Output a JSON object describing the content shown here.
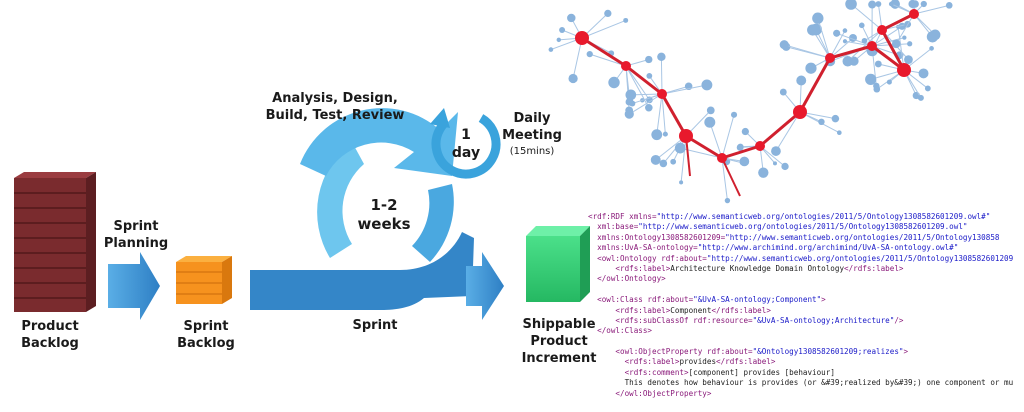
{
  "labels": {
    "product_backlog": "Product Backlog",
    "sprint_planning": "Sprint Planning",
    "sprint_backlog": "Sprint Backlog",
    "activities": "Analysis, Design, Build, Test, Review",
    "daily_meeting": "Daily Meeting",
    "daily_meeting_duration": "(15mins)",
    "one_day": "1 day",
    "sprint_duration": "1-2 weeks",
    "sprint": "Sprint",
    "shippable_increment": "Shippable Product Increment"
  },
  "colors": {
    "backlog_brick": "#7a2b2e",
    "sprint_backlog": "#f6921e",
    "arrow_blue": "#3b8fd0",
    "cycle_light": "#6ec6ee",
    "cycle_mid": "#4aa8e0",
    "increment_green": "#2ecc71",
    "graph_hub": "#e8192c",
    "graph_node": "#8ab3dc"
  },
  "code_lines": [
    [
      [
        "tag",
        "<rdf:RDF xmlns="
      ],
      [
        "val",
        "\"http://www.semanticweb.org/ontologies/2011/5/Ontology1308582601209.owl#\""
      ]
    ],
    [
      [
        "tag",
        "  xml:base="
      ],
      [
        "val",
        "\"http://www.semanticweb.org/ontologies/2011/5/Ontology1308582601209.owl\""
      ]
    ],
    [
      [
        "tag",
        "  xmlns:Ontology1308582601209="
      ],
      [
        "val",
        "\"http://www.semanticweb.org/ontologies/2011/5/Ontology130858"
      ]
    ],
    [
      [
        "tag",
        "  xmlns:UvA-SA-ontology="
      ],
      [
        "val",
        "\"http://www.archimind.org/archimind/UvA-SA-ontology.owl#\""
      ]
    ],
    [
      [
        "tag",
        "  <owl:Ontology rdf:about="
      ],
      [
        "val",
        "\"http://www.semanticweb.org/ontologies/2011/5/Ontology1308582601209"
      ]
    ],
    [
      [
        "tag",
        "      <rdfs:label>"
      ],
      [
        "txt",
        "Architecture Knowledge Domain Ontology"
      ],
      [
        "tag",
        "</rdfs:label>"
      ]
    ],
    [
      [
        "tag",
        "  </owl:Ontology>"
      ]
    ],
    [
      [
        "txt",
        ""
      ]
    ],
    [
      [
        "tag",
        "  <owl:Class rdf:about="
      ],
      [
        "val",
        "\"&UvA-SA-ontology;Component\""
      ],
      [
        "tag",
        ">"
      ]
    ],
    [
      [
        "tag",
        "      <rdfs:label>"
      ],
      [
        "txt",
        "Component"
      ],
      [
        "tag",
        "</rdfs:label>"
      ]
    ],
    [
      [
        "tag",
        "      <rdfs:subClassOf rdf:resource="
      ],
      [
        "val",
        "\"&UvA-SA-ontology;Architecture\""
      ],
      [
        "tag",
        "/>"
      ]
    ],
    [
      [
        "tag",
        "  </owl:Class>"
      ]
    ],
    [
      [
        "txt",
        ""
      ]
    ],
    [
      [
        "tag",
        "      <owl:ObjectProperty rdf:about="
      ],
      [
        "val",
        "\"&Ontology1308582601209;realizes\""
      ],
      [
        "tag",
        ">"
      ]
    ],
    [
      [
        "tag",
        "        <rdfs:label>"
      ],
      [
        "txt",
        "provides"
      ],
      [
        "tag",
        "</rdfs:label>"
      ]
    ],
    [
      [
        "tag",
        "        <rdfs:comment>"
      ],
      [
        "txt",
        "[component] provides [behaviour]"
      ]
    ],
    [
      [
        "txt",
        "        This denotes how behaviour is provides (or &#39;realized by&#39;) one component or mu"
      ]
    ],
    [
      [
        "tag",
        "      </owl:ObjectProperty>"
      ]
    ]
  ]
}
